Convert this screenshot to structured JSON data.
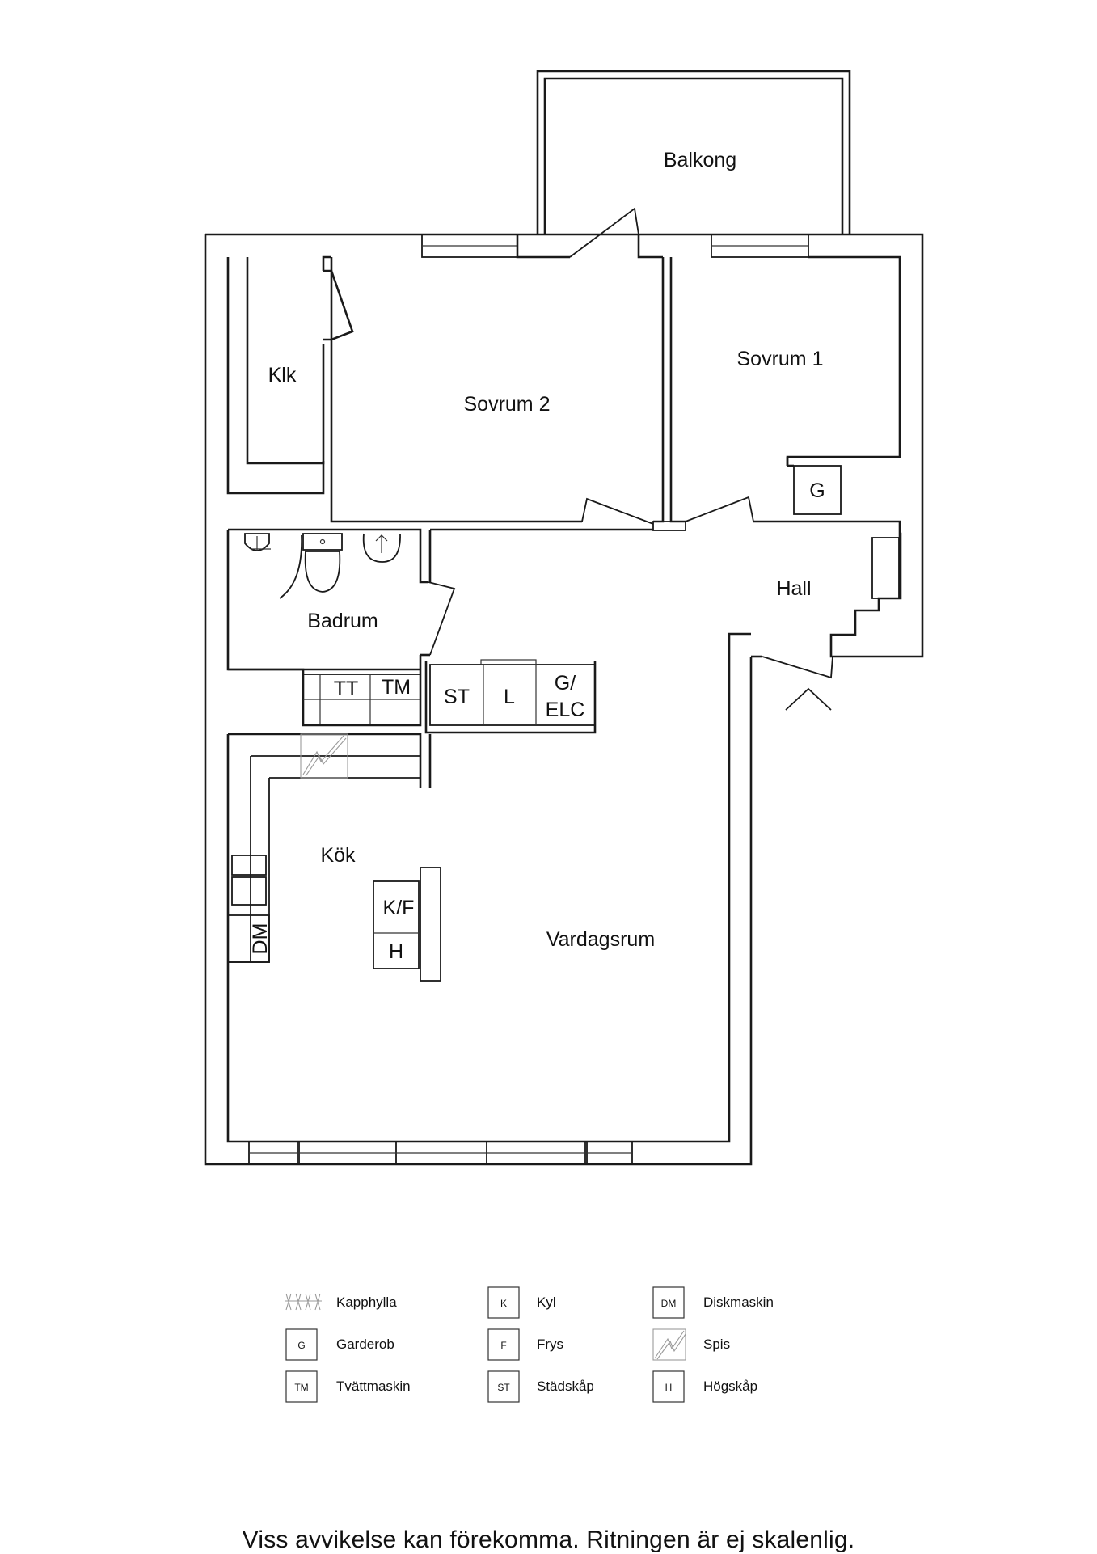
{
  "rooms": {
    "balkong": "Balkong",
    "sovrum1": "Sovrum 1",
    "sovrum2": "Sovrum 2",
    "klk": "Klk",
    "hall": "Hall",
    "badrum": "Badrum",
    "kok": "Kök",
    "vardagsrum": "Vardagsrum"
  },
  "appliances": {
    "garderob": "G",
    "tvattmaskin": "TM",
    "torktumlare": "TT",
    "stadskap": "ST",
    "l": "L",
    "g_elc_line1": "G/",
    "g_elc_line2": "ELC",
    "kyl_frys": "K/F",
    "hogskap": "H",
    "diskmaskin": "DM"
  },
  "legend": [
    {
      "key": "",
      "label": "Kapphylla",
      "icon": "coat-rack"
    },
    {
      "key": "K",
      "label": "Kyl",
      "icon": "box"
    },
    {
      "key": "DM",
      "label": "Diskmaskin",
      "icon": "box"
    },
    {
      "key": "G",
      "label": "Garderob",
      "icon": "box"
    },
    {
      "key": "F",
      "label": "Frys",
      "icon": "box"
    },
    {
      "key": "",
      "label": "Spis",
      "icon": "stove"
    },
    {
      "key": "TM",
      "label": "Tvättmaskin",
      "icon": "box"
    },
    {
      "key": "ST",
      "label": "Städskåp",
      "icon": "box"
    },
    {
      "key": "H",
      "label": "Högskåp",
      "icon": "box"
    }
  ],
  "disclaimer": "Viss avvikelse kan förekomma. Ritningen är ej skalenlig."
}
